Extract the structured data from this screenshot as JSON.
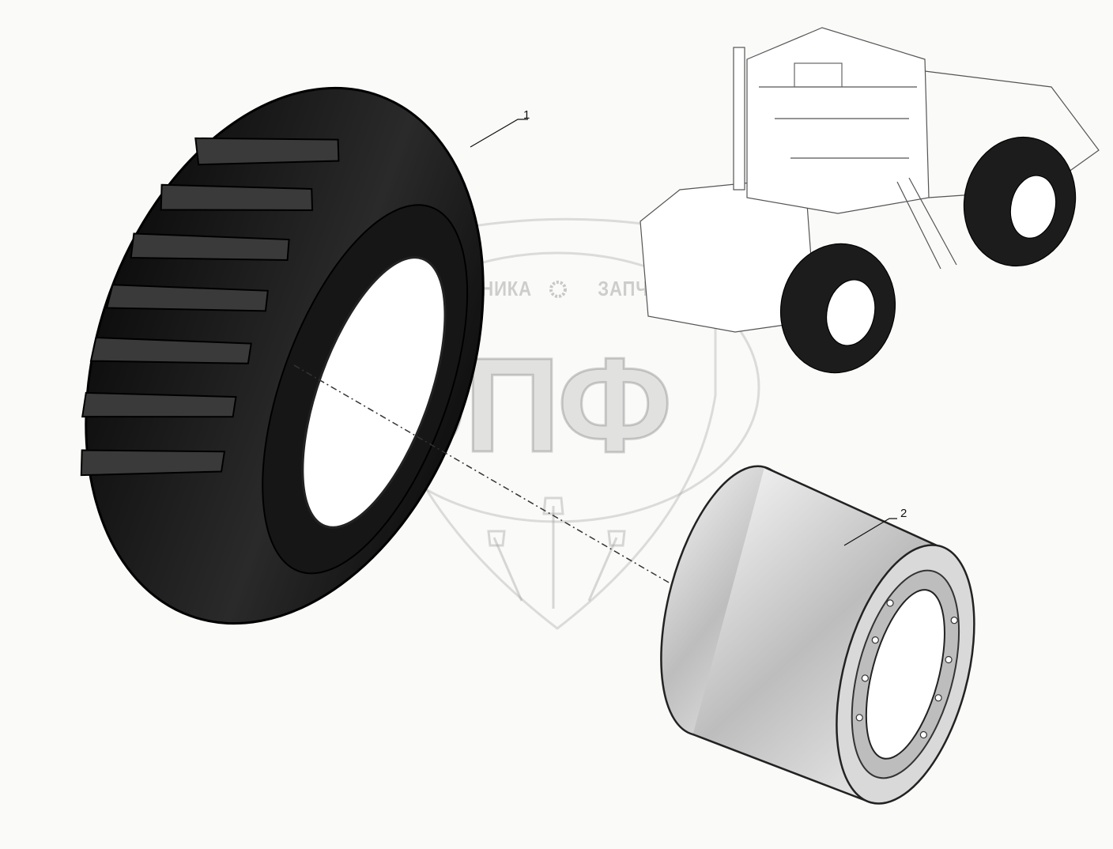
{
  "diagram": {
    "callouts": [
      {
        "id": "1",
        "label": "1"
      },
      {
        "id": "2",
        "label": "2"
      }
    ],
    "parts": [
      "tire",
      "wheel-rim",
      "tractor-reference-view"
    ]
  },
  "watermark": {
    "left_word": "ТЕХНИКА",
    "right_word": "ЗАПЧАСТИ",
    "logo_letters": "ЭПФ"
  },
  "colors": {
    "background": "#fafaf8",
    "tire": "#1c1c1c",
    "rim": "#cfcfcf",
    "watermark": "#a8a8a8"
  }
}
